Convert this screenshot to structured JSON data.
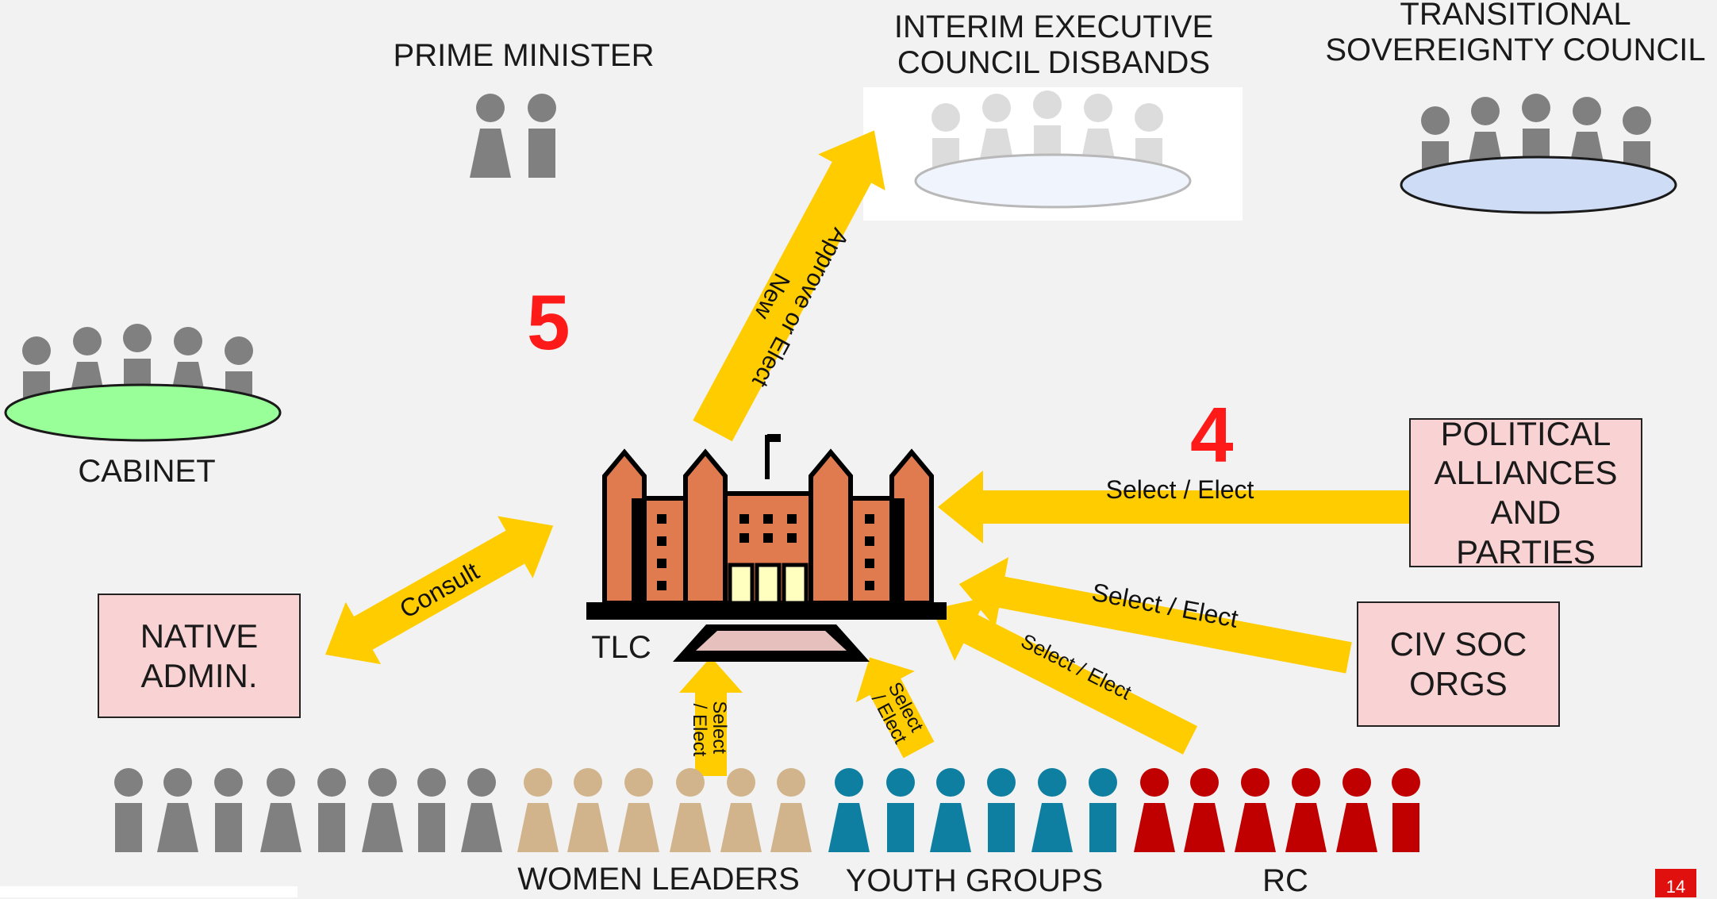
{
  "colors": {
    "background": "#f2f2f2",
    "arrow": "#ffcc00",
    "step_number": "#ff1a1a",
    "box_fill": "#f9d3d3",
    "person_grey": "#808080",
    "person_tan": "#d2b48c",
    "person_teal": "#0e7fa0",
    "person_red": "#c00000",
    "cabinet_table": "#99ff99",
    "sovereignty_table": "#cfdcf5",
    "interim_table": "#f0f4fc",
    "building_brick": "#e07b50",
    "page_marker": "#e0100f"
  },
  "labels": {
    "prime_minister": "PRIME MINISTER",
    "interim_council": "INTERIM EXECUTIVE\nCOUNCIL DISBANDS",
    "sovereignty_council": "TRANSITIONAL\nSOVEREIGNTY COUNCIL",
    "cabinet": "CABINET",
    "tlc": "TLC",
    "women_leaders": "WOMEN LEADERS",
    "youth_groups": "YOUTH GROUPS",
    "rc": "RC"
  },
  "boxes": {
    "political": "POLITICAL\nALLIANCES\nAND\nPARTIES",
    "civ_soc": "CIV SOC\nORGS",
    "native_admin": "NATIVE\nADMIN."
  },
  "arrows": {
    "approve": "Approve or Elect\nNew",
    "consult": "Consult",
    "political_select": "Select / Elect",
    "civsoc_select": "Select / Elect",
    "rc_select": "Select / Elect",
    "women_select": "Select\n/ Elect",
    "youth_select": "Select\n/ Elect"
  },
  "steps": {
    "step5": "5",
    "step4": "4"
  },
  "page_marker": "14",
  "icons": {
    "people": "person-icon",
    "building": "building-icon",
    "table": "conference-table-icon"
  }
}
